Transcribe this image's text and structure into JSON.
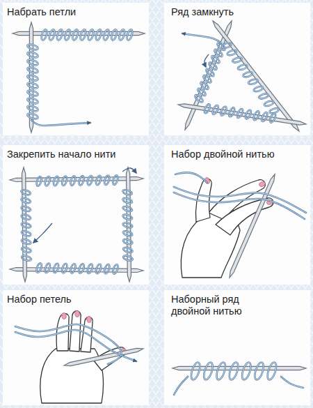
{
  "diagram": {
    "labels": [
      "Набрать петли",
      "Ряд замкнуть",
      "Закрепить начало нити",
      "Набор двойной нитью",
      "Набор петель",
      "Наборный ряд двойной нитью"
    ]
  }
}
